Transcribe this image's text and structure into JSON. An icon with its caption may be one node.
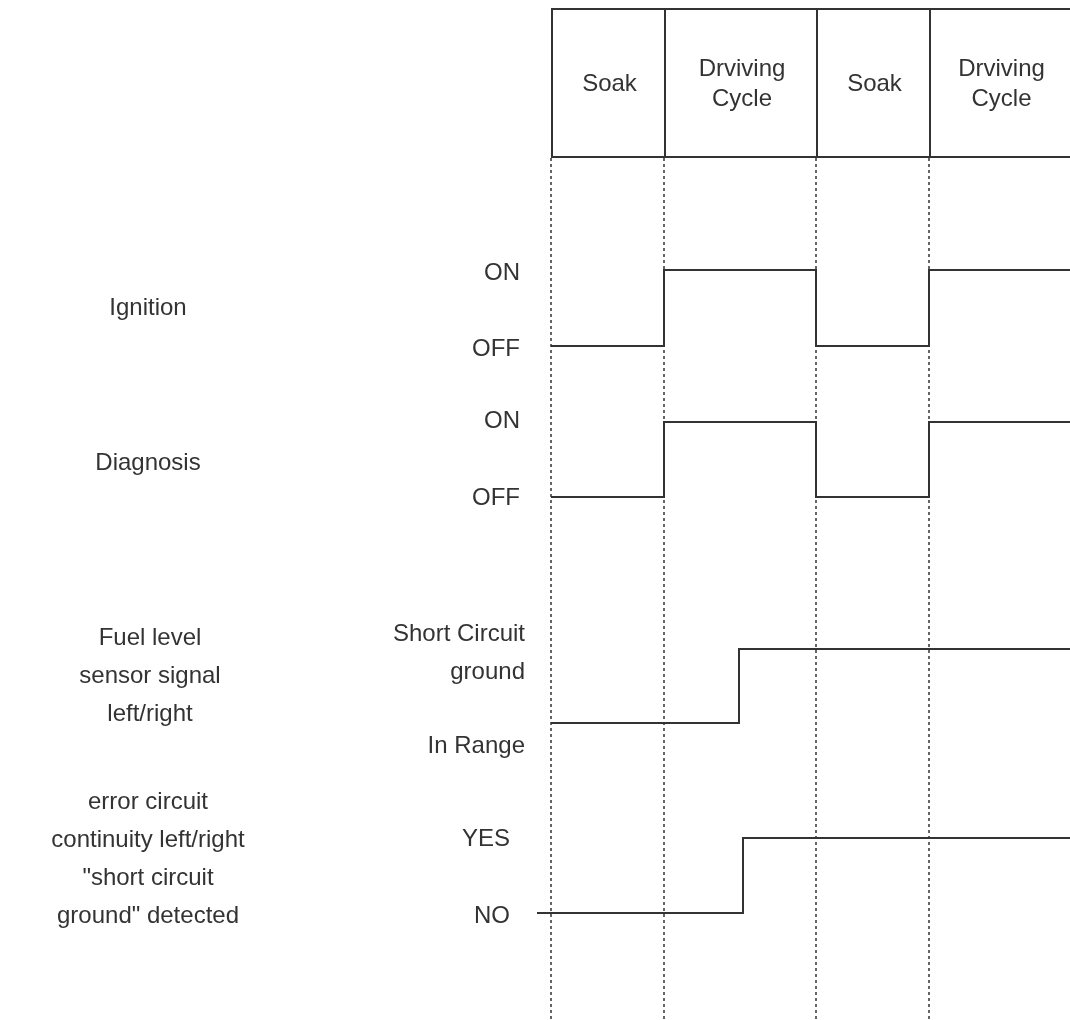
{
  "diagram": {
    "labels": [
      "Soak",
      "Drviving Cycle",
      "Soak",
      "Drviving Cycle",
      "ON",
      "Ignition",
      "OFF",
      "ON",
      "Diagnosis",
      "OFF",
      "Short Circuit ground",
      "Fuel level sensor signal left/right",
      "In Range",
      "error circuit continuity left/right \"short circuit ground\" detected",
      "YES",
      "NO"
    ]
  }
}
